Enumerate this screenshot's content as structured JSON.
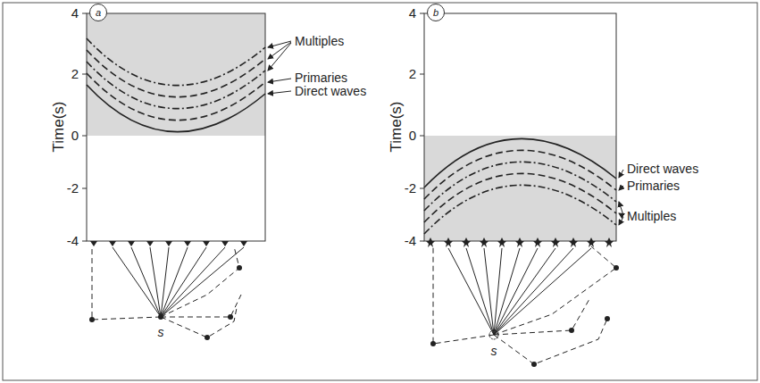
{
  "diagram": {
    "nodes": [
      {
        "text": [
          "a"
        ]
      },
      {
        "text": [
          "b"
        ]
      }
    ],
    "labels": [
      "4",
      "2",
      "0",
      "-2",
      "-4",
      "Time(s)",
      "Multiples",
      "Primaries",
      "Direct waves",
      "s",
      "4",
      "2",
      "0",
      "-2",
      "-4",
      "Time(s)",
      "Direct waves",
      "Primaries",
      "Multiples",
      "s"
    ]
  }
}
